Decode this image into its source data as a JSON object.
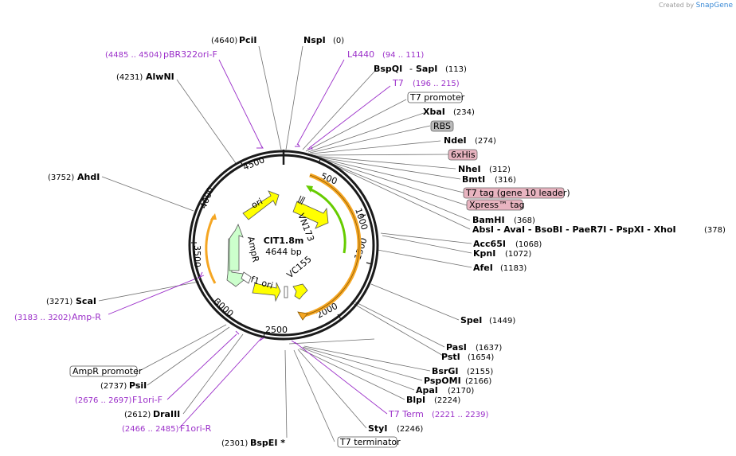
{
  "credit": {
    "prefix": "Created by",
    "brand": "SnapGene"
  },
  "plasmid": {
    "name": "CIT1.8m",
    "length": "4644 bp"
  },
  "scale_ticks": [
    "500",
    "1000",
    "1500",
    "2000",
    "2500",
    "3000",
    "3500",
    "4000",
    "4500"
  ],
  "enzymes": [
    {
      "name": "NspI",
      "pos": "(0)"
    },
    {
      "name": "PciI",
      "pos": "(4640)"
    },
    {
      "name": "AlwNI",
      "pos": "(4231)"
    },
    {
      "name": "AhdI",
      "pos": "(3752)"
    },
    {
      "name": "BspQI",
      "sep": "-",
      "name2": "SapI",
      "pos": "(113)"
    },
    {
      "name": "XbaI",
      "pos": "(234)"
    },
    {
      "name": "NdeI",
      "pos": "(274)"
    },
    {
      "name": "NheI",
      "pos": "(312)"
    },
    {
      "name": "BmtI",
      "pos": "(316)"
    },
    {
      "name": "BamHI",
      "pos": "(368)"
    },
    {
      "name": "AbsI - AvaI - BsoBI - PaeR7I - PspXI - XhoI",
      "pos": "(378)"
    },
    {
      "name": "Acc65I",
      "pos": "(1068)"
    },
    {
      "name": "KpnI",
      "pos": "(1072)"
    },
    {
      "name": "AfeI",
      "pos": "(1183)"
    },
    {
      "name": "SpeI",
      "pos": "(1449)"
    },
    {
      "name": "PasI",
      "pos": "(1637)"
    },
    {
      "name": "PstI",
      "pos": "(1654)"
    },
    {
      "name": "BsrGI",
      "pos": "(2155)"
    },
    {
      "name": "PspOMI",
      "pos": "(2166)"
    },
    {
      "name": "ApaI",
      "pos": "(2170)"
    },
    {
      "name": "BlpI",
      "pos": "(2224)"
    },
    {
      "name": "StyI",
      "pos": "(2246)"
    },
    {
      "name": "BspEI *",
      "pos": "(2301)"
    },
    {
      "name": "DraIII",
      "pos": "(2612)"
    },
    {
      "name": "PsiI",
      "pos": "(2737)"
    },
    {
      "name": "ScaI",
      "pos": "(3271)"
    }
  ],
  "primers": [
    {
      "name": "pBR322ori-F",
      "range": "(4485 .. 4504)"
    },
    {
      "name": "L4440",
      "range": "(94 .. 111)"
    },
    {
      "name": "T7",
      "range": "(196 .. 215)"
    },
    {
      "name": "Amp-R",
      "range": "(3183 .. 3202)"
    },
    {
      "name": "F1ori-F",
      "range": "(2676 .. 2697)"
    },
    {
      "name": "F1ori-R",
      "range": "(2466 .. 2485)"
    },
    {
      "name": "T7 Term",
      "range": "(2221 .. 2239)"
    }
  ],
  "boxes": [
    {
      "name": "T7 promoter"
    },
    {
      "name": "RBS"
    },
    {
      "name": "6xHis"
    },
    {
      "name": "T7 tag (gene 10 leader)"
    },
    {
      "name": "Xpress™ tag"
    },
    {
      "name": "AmpR promoter"
    },
    {
      "name": "T7 terminator"
    }
  ],
  "features": [
    {
      "name": "ori"
    },
    {
      "name": "VN173"
    },
    {
      "name": "AmpR"
    },
    {
      "name": "f1 ori"
    },
    {
      "name": "VC155"
    }
  ],
  "colors": {
    "backbone": "#1a1a1a",
    "primer": "#9b2fc9",
    "ori": "#ffff00",
    "ampr": "#ccffcc",
    "orange": "#f5a623",
    "green": "#66cc00",
    "pink": "#e8b4c0",
    "gray_box": "#bbbbbb"
  }
}
